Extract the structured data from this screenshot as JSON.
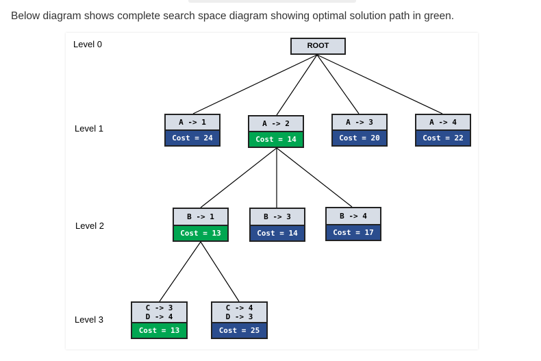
{
  "caption": "Below diagram shows complete search space diagram showing optimal solution path in green.",
  "levels": [
    "Level 0",
    "Level 1",
    "Level 2",
    "Level 3"
  ],
  "colors": {
    "optimal": "#00a651",
    "normal": "#2b4d8e",
    "node_head": "#d7dde6"
  },
  "nodes": {
    "root": {
      "label": "ROOT"
    },
    "l1": [
      {
        "assign": [
          "A -> 1"
        ],
        "cost": "Cost = 24",
        "optimal": false
      },
      {
        "assign": [
          "A -> 2"
        ],
        "cost": "Cost = 14",
        "optimal": true
      },
      {
        "assign": [
          "A -> 3"
        ],
        "cost": "Cost = 20",
        "optimal": false
      },
      {
        "assign": [
          "A -> 4"
        ],
        "cost": "Cost = 22",
        "optimal": false
      }
    ],
    "l2": [
      {
        "assign": [
          "B -> 1"
        ],
        "cost": "Cost = 13",
        "optimal": true
      },
      {
        "assign": [
          "B -> 3"
        ],
        "cost": "Cost = 14",
        "optimal": false
      },
      {
        "assign": [
          "B -> 4"
        ],
        "cost": "Cost = 17",
        "optimal": false
      }
    ],
    "l3": [
      {
        "assign": [
          "C -> 3",
          "D -> 4"
        ],
        "cost": "Cost = 13",
        "optimal": true
      },
      {
        "assign": [
          "C -> 4",
          "D -> 3"
        ],
        "cost": "Cost = 25",
        "optimal": false
      }
    ]
  }
}
